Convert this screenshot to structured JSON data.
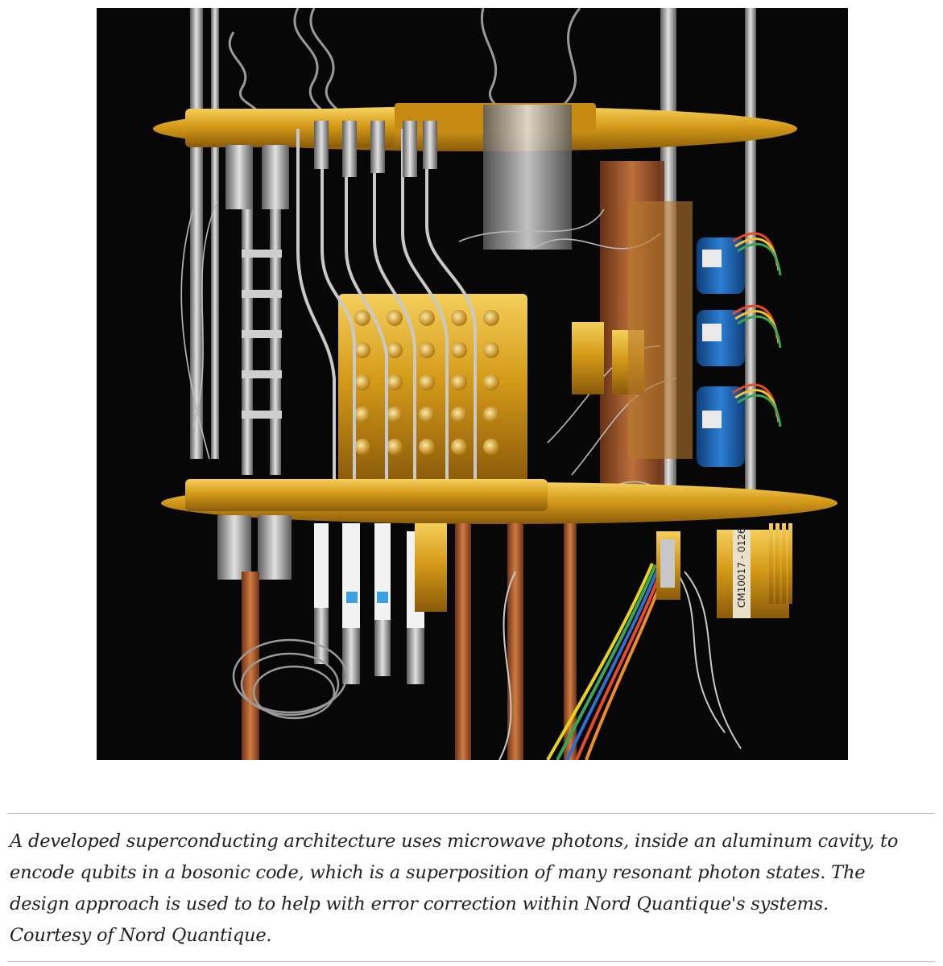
{
  "figure": {
    "image_alt": "Superconducting quantum hardware assembly with gold-plated plates, copper supports, coaxial cables and blue connector canisters",
    "caption_lines": [
      "A developed superconducting architecture uses microwave photons, inside an aluminum cavity, to",
      "encode qubits in a bosonic code, which is a superposition of many resonant photon states. The",
      "design approach is used to to help with error correction within Nord Quantique's systems.",
      "Courtesy of Nord Quantique."
    ],
    "label_text": "CM10017 - 0126"
  },
  "colors": {
    "background": "#070707",
    "gold": "#d9a21f",
    "copper": "#b8642e",
    "steel": "#a9a9a9",
    "blue": "#1f64b5"
  }
}
